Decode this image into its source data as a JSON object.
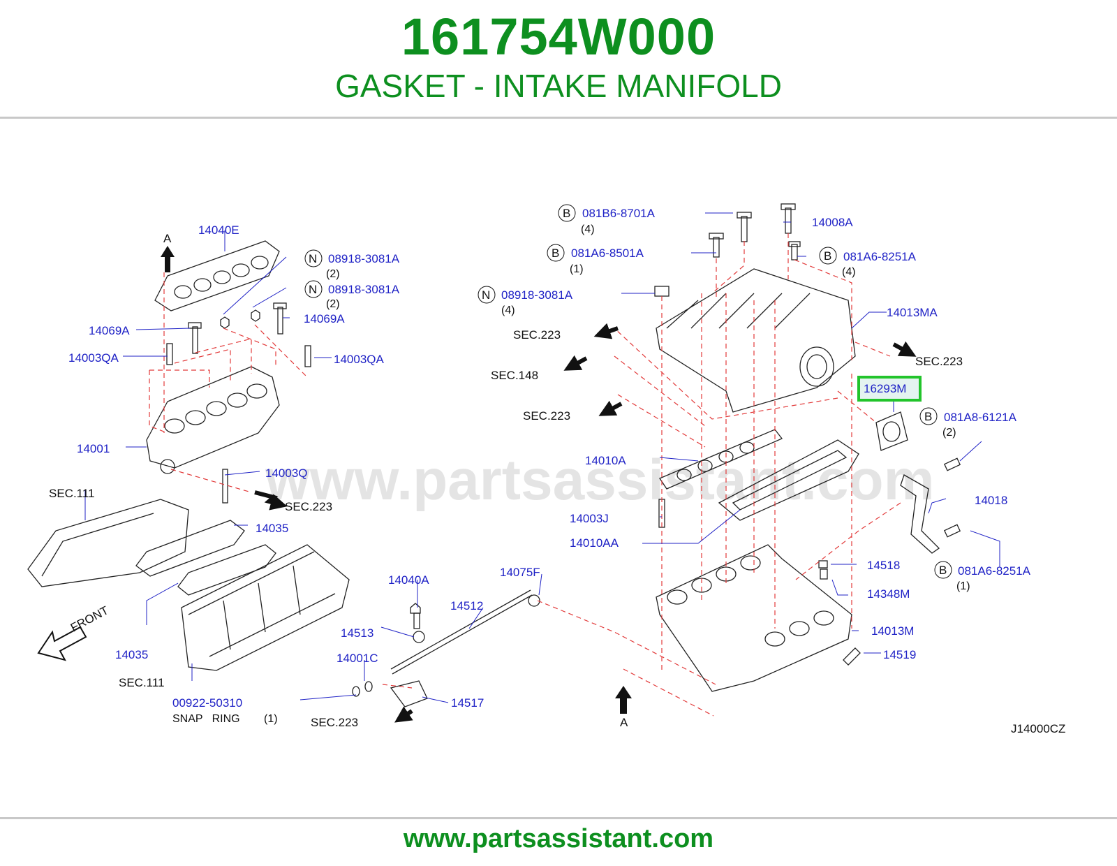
{
  "header": {
    "part_number": "161754W000",
    "part_name": "GASKET - INTAKE MANIFOLD"
  },
  "footer": {
    "url": "www.partsassistant.com"
  },
  "diagram": {
    "watermark": "www.partsassistant.com",
    "diagram_code": "J14000CZ",
    "highlight_color": "#22c42b",
    "accent_color": "#0d8f1f",
    "labels": {
      "p14040E": "14040E",
      "p08918_1": "08918-3081A",
      "q08918_1": "(2)",
      "p08918_2": "08918-3081A",
      "q08918_2": "(2)",
      "p14069A_l": "14069A",
      "p14069A_r": "14069A",
      "p14003QA_l": "14003QA",
      "p14003QA_r": "14003QA",
      "p14001": "14001",
      "p14003Q": "14003Q",
      "sec111_a": "SEC.111",
      "sec223_left": "SEC.223",
      "p14035_a": "14035",
      "p14035_b": "14035",
      "sec111_b": "SEC.111",
      "p00922": "00922-50310",
      "snap_ring": "SNAP   RING",
      "q_snap": "(1)",
      "sec223_bottom": "SEC.223",
      "p14040A": "14040A",
      "p14512": "14512",
      "p14513": "14513",
      "p14001C": "14001C",
      "p14517": "14517",
      "p14075F": "14075F",
      "p081B6": "081B6-8701A",
      "q081B6": "(4)",
      "p081A6_8501": "081A6-8501A",
      "q081A6_8501": "(1)",
      "p14008A": "14008A",
      "p081A6_8251_a": "081A6-8251A",
      "q081A6_8251_a": "(4)",
      "p08918_3": "08918-3081A",
      "q08918_3": "(4)",
      "p14013MA": "14013MA",
      "sec223_a": "SEC.223",
      "sec148": "SEC.148",
      "sec223_b": "SEC.223",
      "sec223_c": "SEC.223",
      "p16293M": "16293M",
      "p081A8": "081A8-6121A",
      "q081A8": "(2)",
      "p14010A": "14010A",
      "p14003J": "14003J",
      "p14010AA": "14010AA",
      "p14018": "14018",
      "p081A6_8251_b": "081A6-8251A",
      "q081A6_8251_b": "(1)",
      "p14518": "14518",
      "p14348M": "14348M",
      "p14013M": "14013M",
      "p14519": "14519",
      "front": "FRONT",
      "view_a_top": "A",
      "view_a_bottom": "A",
      "badge_B": "B",
      "badge_N": "N"
    }
  }
}
